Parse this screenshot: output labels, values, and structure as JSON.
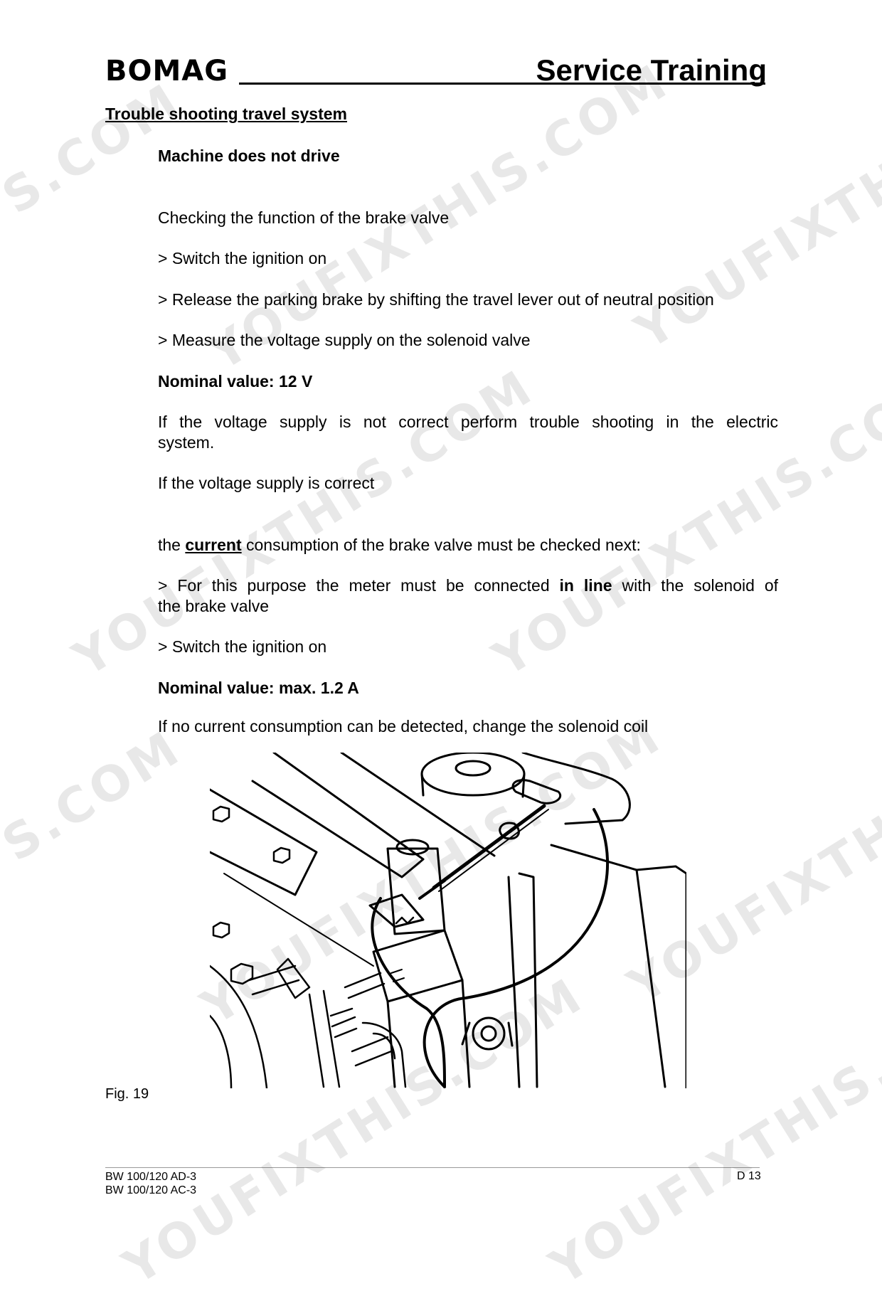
{
  "header": {
    "logo": "BOMAG",
    "title": "Service Training"
  },
  "section_title": "Trouble shooting travel system",
  "content": {
    "heading": "Machine does not drive",
    "p1": "Checking the function of the brake valve",
    "p2": "> Switch the ignition on",
    "p3": "> Release the parking brake by shifting the travel lever out of neutral position",
    "p4": "> Measure the voltage supply on the solenoid valve",
    "nominal1": "Nominal value: 12 V",
    "p5_line1": "If the voltage supply is not correct perform trouble shooting in the electric",
    "p5_line2": "system.",
    "p6": "If the voltage supply is correct",
    "p7_pre": "the ",
    "p7_bold": "current",
    "p7_post": " consumption of the brake valve must be checked next:",
    "p8_pre": "> For this purpose the meter must be connected ",
    "p8_bold": "in line",
    "p8_post": " with the solenoid of",
    "p8_line2": "the brake valve",
    "p9": "> Switch the ignition on",
    "nominal2": "Nominal value: max. 1.2 A",
    "p10": "If no current consumption can be detected, change the solenoid coil"
  },
  "figure": {
    "caption": "Fig. 19"
  },
  "footer": {
    "model1": "BW 100/120 AD-3",
    "model2": "BW 100/120 AC-3",
    "page": "D 13"
  },
  "watermark": {
    "text1": "YOUFIXTHIS.COM",
    "text2": "S.COM"
  }
}
